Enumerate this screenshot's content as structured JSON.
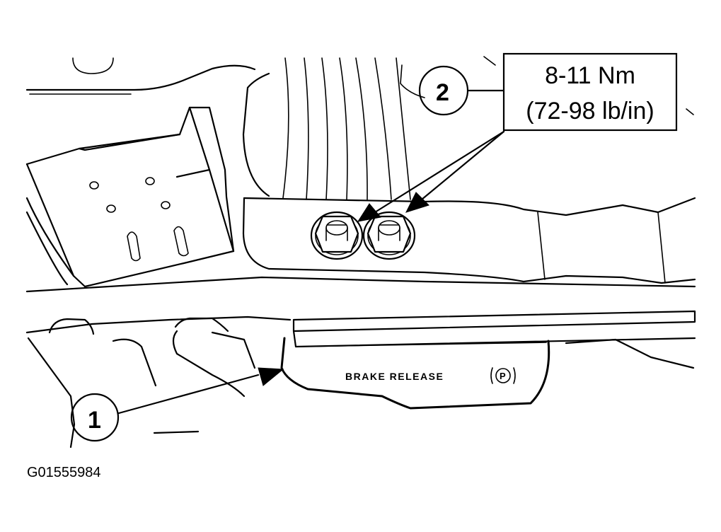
{
  "callouts": [
    {
      "number": "1"
    },
    {
      "number": "2"
    }
  ],
  "torque_spec": {
    "metric": "8-11 Nm",
    "imperial": "(72-98 lb/in)"
  },
  "pedal_label": "BRAKE RELEASE",
  "pedal_symbol": "P",
  "figure_id": "G01555984"
}
